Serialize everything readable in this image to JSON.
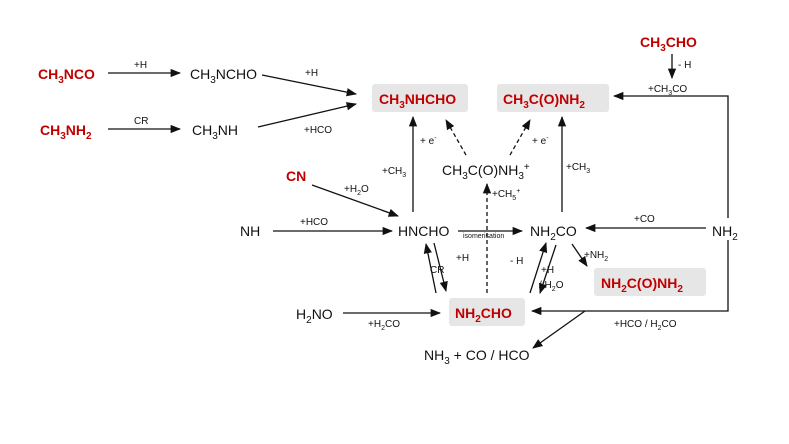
{
  "species": {
    "ch3nco": "CH3NCO",
    "ch3ncho": "CH3NCHO",
    "ch3nh2": "CH3NH2",
    "ch3nh": "CH3NH",
    "ch3nhcho": "CH3NHCHO",
    "ch3conh2": "CH3C(O)NH2",
    "ch3cho": "CH3CHO",
    "ch3conh3": "CH3C(O)NH3+",
    "cn": "CN",
    "nh": "NH",
    "hncho": "HNCHO",
    "nh2co": "NH2CO",
    "nh2": "NH2",
    "nh2conh2": "NH2C(O)NH2",
    "h2no": "H2NO",
    "nh2cho": "NH2CHO",
    "products": "NH3 + CO / HCO"
  },
  "labels": {
    "plus_h": "+H",
    "cr": "CR",
    "plus_hco": "+HCO",
    "minus_h": "- H",
    "plus_ch3co": "+CH3CO",
    "plus_e": "+ e-",
    "plus_ch3": "+CH3",
    "plus_ch5": "+CH5+",
    "plus_h2o": "+H2O",
    "isomerisation": "isomerisation",
    "plus_co": "+CO",
    "plus_nh2": "+NH2",
    "slash_h2o": "/ H2O",
    "plus_h2co": "+H2CO",
    "plus_hco_h2co": "+HCO / H2CO"
  }
}
